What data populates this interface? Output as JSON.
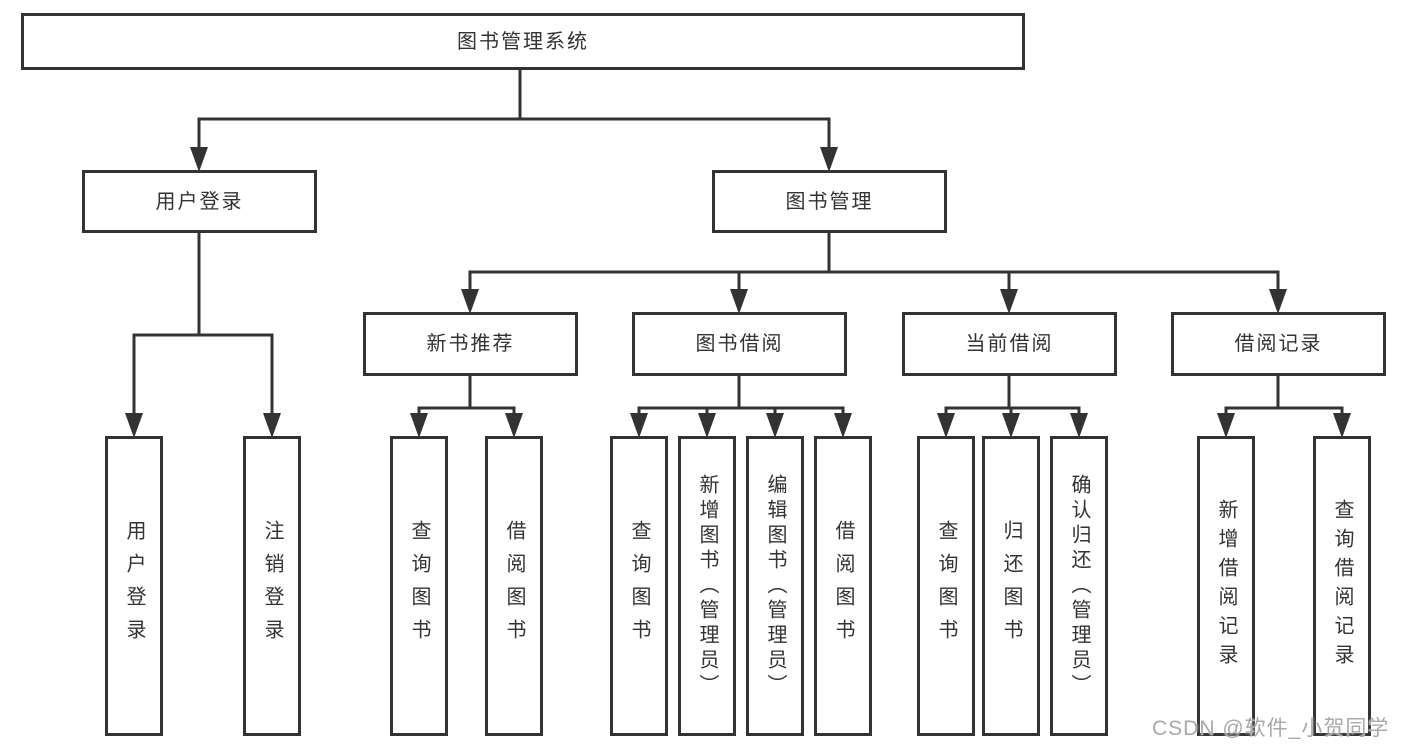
{
  "diagram": {
    "root": {
      "label": "图书管理系统"
    },
    "branches": [
      {
        "label": "用户登录",
        "children": [
          {
            "label": "用户登录"
          },
          {
            "label": "注销登录"
          }
        ]
      },
      {
        "label": "图书管理",
        "children": [
          {
            "label": "新书推荐",
            "children": [
              {
                "label": "查询图书"
              },
              {
                "label": "借阅图书"
              }
            ]
          },
          {
            "label": "图书借阅",
            "children": [
              {
                "label": "查询图书"
              },
              {
                "label": "新增图书（管理员）"
              },
              {
                "label": "编辑图书（管理员）"
              },
              {
                "label": "借阅图书"
              }
            ]
          },
          {
            "label": "当前借阅",
            "children": [
              {
                "label": "查询图书"
              },
              {
                "label": "归还图书"
              },
              {
                "label": "确认归还（管理员）"
              }
            ]
          },
          {
            "label": "借阅记录",
            "children": [
              {
                "label": "新增借阅记录"
              },
              {
                "label": "查询借阅记录"
              }
            ]
          }
        ]
      }
    ]
  },
  "watermark": {
    "text": "CSDN @软件_小贺同学"
  },
  "colors": {
    "line": "#333333",
    "box_background": "#ffffff",
    "text": "#333333",
    "watermark": "#a9a9a9"
  }
}
